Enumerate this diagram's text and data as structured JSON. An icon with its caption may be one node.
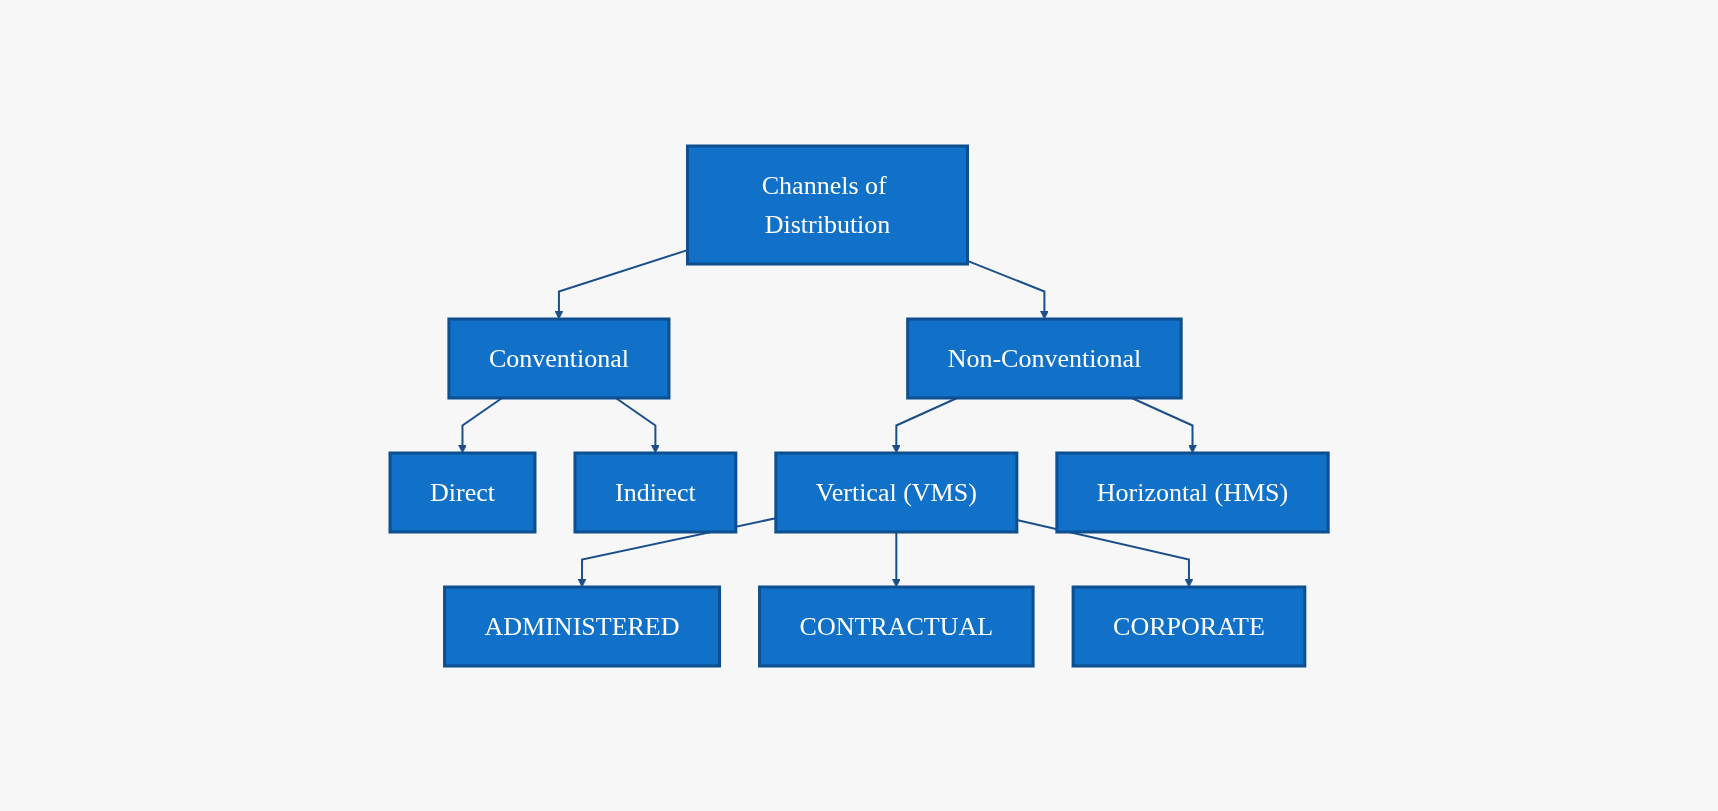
{
  "diagram": {
    "nodes": [
      {
        "text": [
          "Channels of Distribution"
        ]
      },
      {
        "text": [
          "Conventional"
        ]
      },
      {
        "text": [
          "Non-Conventional"
        ]
      },
      {
        "text": [
          "Direct"
        ]
      },
      {
        "text": [
          "Indirect"
        ]
      },
      {
        "text": [
          "Vertical (VMS)"
        ]
      },
      {
        "text": [
          "Horizontal (HMS)"
        ]
      },
      {
        "text": [
          "ADMINISTERED"
        ]
      },
      {
        "text": [
          "CONTRACTUAL"
        ]
      },
      {
        "text": [
          "CORPORATE"
        ]
      }
    ],
    "edges": [
      {
        "from": 0,
        "to": 1,
        "arrow": "to"
      },
      {
        "from": 0,
        "to": 2,
        "arrow": "to"
      },
      {
        "from": 1,
        "to": 3,
        "arrow": "to"
      },
      {
        "from": 1,
        "to": 4,
        "arrow": "to"
      },
      {
        "from": 2,
        "to": 5,
        "arrow": "to"
      },
      {
        "from": 2,
        "to": 6,
        "arrow": "to"
      },
      {
        "from": 5,
        "to": 7,
        "arrow": "to"
      },
      {
        "from": 5,
        "to": 8,
        "arrow": "to"
      },
      {
        "from": 5,
        "to": 9,
        "arrow": "to"
      }
    ]
  }
}
